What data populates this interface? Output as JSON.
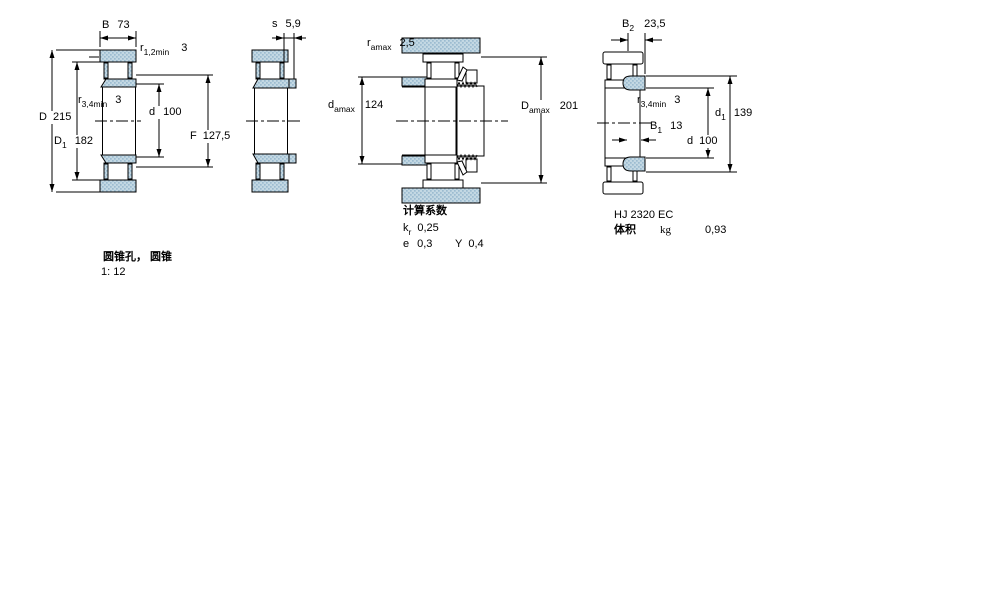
{
  "colors": {
    "line": "#000000",
    "ring_base": "#c3d8e3",
    "ring_dot": "#9cbcd0",
    "background": "#ffffff",
    "text": "#000000"
  },
  "diagram1": {
    "dims": {
      "B": {
        "label": "B",
        "value": "73"
      },
      "r12": {
        "label": "r",
        "sub": "1,2min",
        "value": "3"
      },
      "r34": {
        "label": "r",
        "sub": "3,4min",
        "value": "3"
      },
      "D": {
        "label": "D",
        "value": "215"
      },
      "D1": {
        "label": "D",
        "sub": "1",
        "value": "182"
      },
      "d": {
        "label": "d",
        "value": "100"
      },
      "F": {
        "label": "F",
        "value": "127,5"
      }
    },
    "notes": {
      "bore": "圆锥孔， 圆锥",
      "taper": "1: 12"
    }
  },
  "diagram2": {
    "dims": {
      "s": {
        "label": "s",
        "value": "5,9"
      }
    }
  },
  "diagram3": {
    "dims": {
      "ramax": {
        "label": "r",
        "sub": "amax",
        "value": "2,5"
      },
      "damax": {
        "label": "d",
        "sub": "amax",
        "value": "124"
      },
      "Damax": {
        "label": "D",
        "sub": "amax",
        "value": "201"
      }
    },
    "calc": {
      "title": "计算系数",
      "kr": {
        "label": "k",
        "sub": "r",
        "value": "0,25"
      },
      "e": {
        "label": "e",
        "value": "0,3"
      },
      "Y": {
        "label": "Y",
        "value": "0,4"
      }
    }
  },
  "diagram4": {
    "dims": {
      "B2": {
        "label": "B",
        "sub": "2",
        "value": "23,5"
      },
      "r34": {
        "label": "r",
        "sub": "3,4min",
        "value": "3"
      },
      "B1": {
        "label": "B",
        "sub": "1",
        "value": "13"
      },
      "d1": {
        "label": "d",
        "sub": "1",
        "value": "139"
      },
      "d": {
        "label": "d",
        "value": "100"
      }
    },
    "designation": "HJ 2320 EC",
    "mass": {
      "label": "体积",
      "unit": "kg",
      "value": "0,93"
    }
  }
}
